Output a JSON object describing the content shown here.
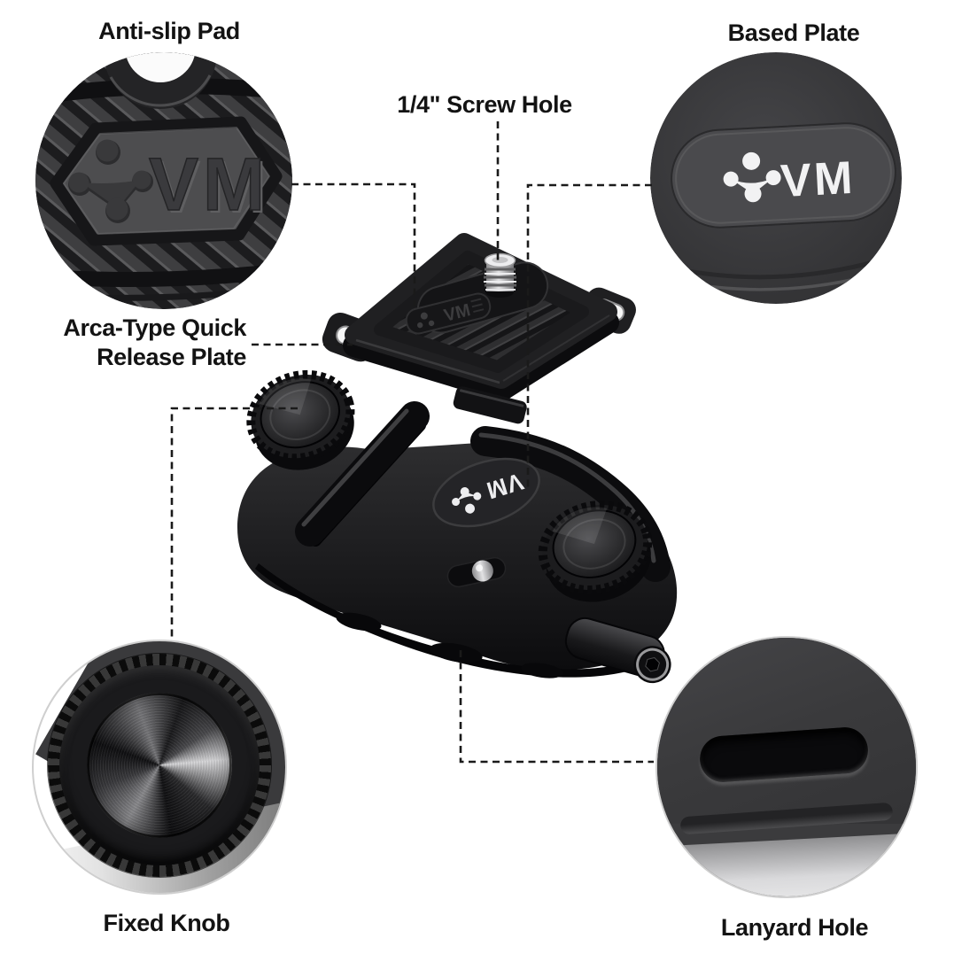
{
  "background_color": "#ffffff",
  "text_color": "#131313",
  "brand": {
    "logo_text": "VM"
  },
  "callouts": {
    "anti_slip_pad": {
      "label": "Anti-slip Pad"
    },
    "screw_hole": {
      "label": "1/4\" Screw Hole"
    },
    "based_plate": {
      "label": "Based Plate"
    },
    "arca_plate": {
      "line1": "Arca-Type Quick",
      "line2": "Release Plate"
    },
    "fixed_knob": {
      "label": "Fixed Knob"
    },
    "lanyard_hole": {
      "label": "Lanyard Hole"
    }
  }
}
